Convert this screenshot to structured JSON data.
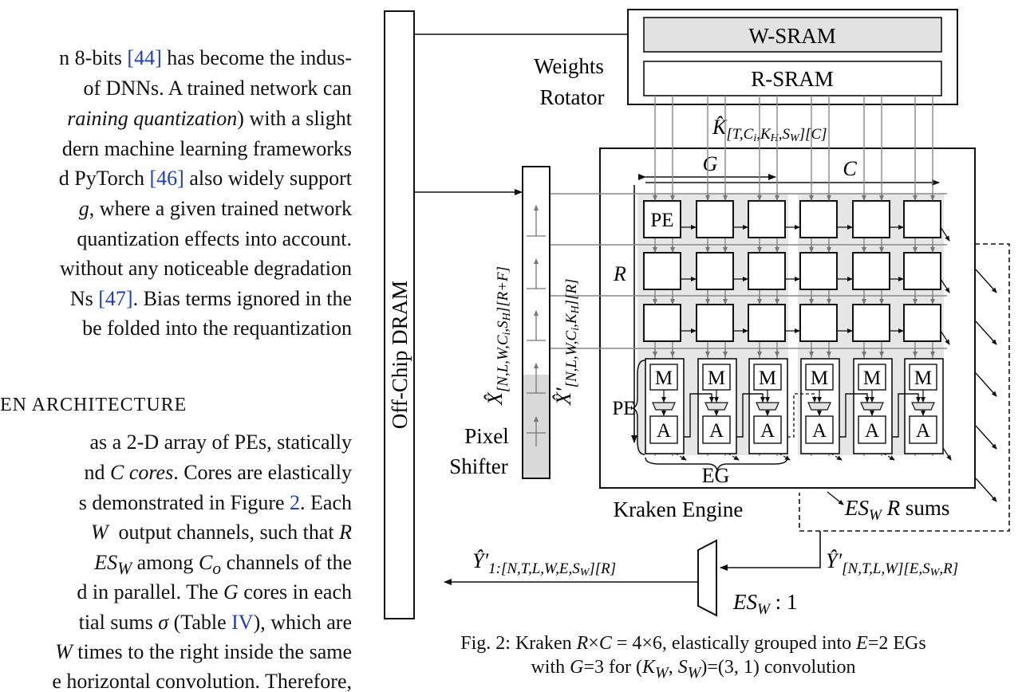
{
  "text_column": {
    "lines": [
      "n 8-bits [44] has become the indus-",
      "of DNNs. A trained network can",
      "raining quantization) with a slight",
      "dern machine learning frameworks",
      "d PyTorch [46] also widely support",
      "g, where a given trained network",
      "quantization effects into account.",
      "without any noticeable degradation",
      "Ns [47]. Bias terms ignored in the",
      "be folded into the requantization",
      "as a 2-D array of PEs, statically",
      "nd C cores. Cores are elastically",
      "s demonstrated in Figure 2. Each",
      "W output channels, such that R",
      "ESW among Co channels of the",
      "d in parallel. The G cores in each",
      "tial sums σ (Table IV), which are",
      "W times to the right inside the same",
      "e horizontal convolution. Therefore,"
    ],
    "section_heading": "EN ARCHITECTURE"
  },
  "figure": {
    "dram_label": "Off-Chip DRAM",
    "w_sram": "W-SRAM",
    "r_sram": "R-SRAM",
    "weights_rotator": [
      "Weights",
      "Rotator"
    ],
    "k_hat_label": "K̂[T,Ci,KH,SW][C]",
    "g_label": "G",
    "c_label": "C",
    "r_label": "R",
    "pe_label": "PE",
    "pe_brace_label": "PE",
    "m_label": "M",
    "a_label": "A",
    "eg_label": "EG",
    "engine_label": "Kraken Engine",
    "x_hat_label": "X̂[N,L,W,Ci,SH][R+F]",
    "x_prime_label": "X̂′[N,L,W,Ci,KH][R]",
    "pixel_shifter": [
      "Pixel",
      "Shifter"
    ],
    "es_sums_label": "ESW R sums",
    "y_prime_out": "Ŷ′1:[N,T,L,W,E,SW][R]",
    "y_prime_in": "Ŷ′[N,T,L,W][E,SW,R]",
    "mux_ratio": "ESW : 1"
  },
  "caption": {
    "line1": "Fig. 2: Kraken R×C = 4×6, elastically grouped into E=2 EGs",
    "line2": "with G=3 for (KW, SW)=(3, 1) convolution"
  }
}
